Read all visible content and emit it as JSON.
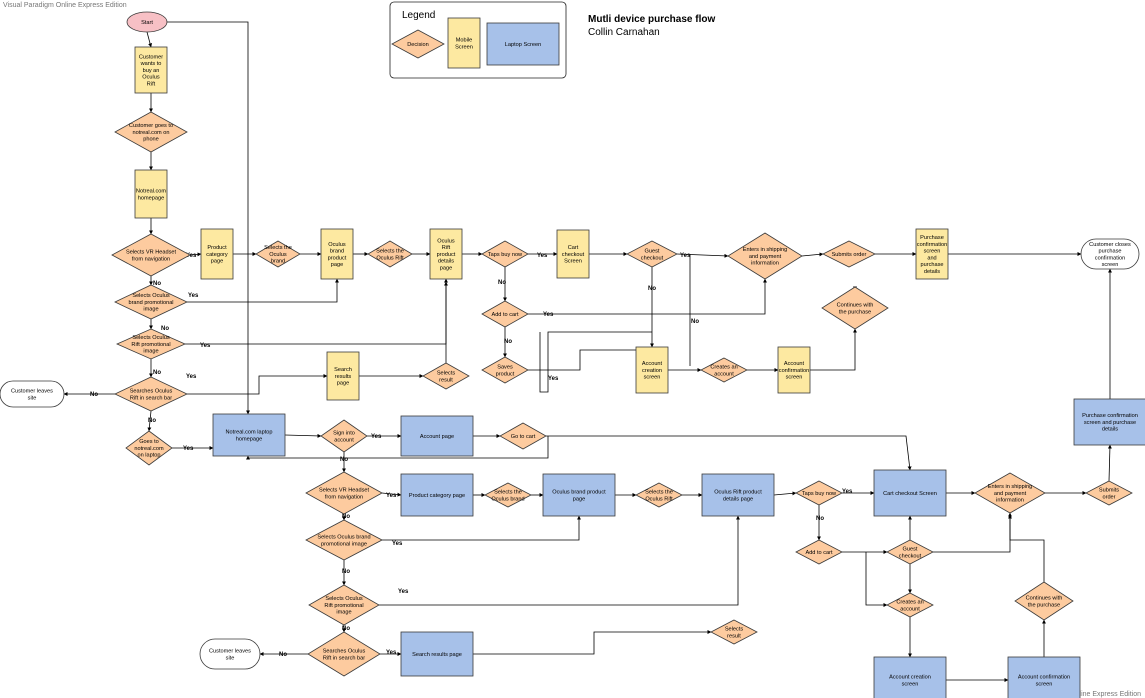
{
  "watermark_top": "Visual Paradigm Online Express Edition",
  "watermark_bottom": "Visual Paradigm Online Express Edition",
  "title": "Mutli device purchase flow",
  "author": "Collin Carnahan",
  "legend": {
    "title": "Legend",
    "decision": "Decision",
    "mobile": "Mobile Screen",
    "laptop": "Laptop Screen"
  },
  "colors": {
    "decision": "#fdcb9f",
    "mobile": "#fde9a1",
    "laptop": "#a7c1e9",
    "start": "#f7c0c5",
    "stroke": "#3a3a3a"
  },
  "nodes": {
    "start": "Start",
    "m_wants": "Customer wants to buy an Oculus Rift",
    "d_goes_phone": "Customer goes to notreal.com on phone",
    "m_homepage": "Notreal.com homepage",
    "d_select_vr": "Selects VR Headset from navigation",
    "m_prod_cat": "Product category page",
    "d_sel_brand": "Selects the Oculus brand",
    "m_brand_page": "Oculus brand product page",
    "d_sel_rift": "Selects the Oculus Rift",
    "m_rift_details": "Oculus Rift product details page",
    "d_taps_buy": "Taps buy now",
    "m_cart": "Cart checkout Screen",
    "d_guest": "Guest checkout",
    "d_ship": "Enters in shipping and payment information",
    "d_submit": "Submits order",
    "m_confirm": "Purchase confirmation screen and purchase details",
    "end_closes": "Customer closes purchase confirmation screen",
    "d_promo_brand": "Selects Oculus brand promotional image",
    "d_promo_rift": "Selects Oculus Rift promotional image",
    "d_search": "Searches Oculus Rift in search bar",
    "end_leaves1": "Customer leaves site",
    "m_search_results": "Search results page",
    "d_sel_result": "Selects result",
    "d_add_cart": "Add to cart",
    "d_saves": "Saves product",
    "d_continues": "Continues with the purchase",
    "m_account_create": "Account creation screen",
    "d_creates_acct": "Creates an account",
    "m_account_confirm": "Account confirmation screen",
    "d_goes_laptop": "Goes to notreal.com on laptop",
    "l_homepage": "Notreal.com laptop homepage",
    "d_signin": "Sign into account",
    "l_account": "Account page",
    "d_go_cart": "Go to cart",
    "l_cart": "Cart checkout Screen",
    "d_select_vr2": "Selects VR Headset from navigation",
    "l_prod_cat": "Product category page",
    "d_sel_brand2": "Selects the Oculus brand",
    "l_brand_page": "Oculus brand product page",
    "d_sel_rift2": "Selects the Oculus Rift",
    "l_rift_details": "Oculus Rift product details page",
    "d_taps_buy2": "Taps buy now",
    "d_ship2": "Enters in shipping and payment information",
    "d_submit2": "Submits order",
    "l_confirm": "Purchase confirmation screen and purchase details",
    "d_promo_brand2": "Selects Oculus brand promotional image",
    "d_add_cart2": "Add to cart",
    "d_guest2": "Guest checkout",
    "d_creates2": "Creates an account",
    "d_continues2": "Continues with the purchase",
    "d_promo_rift2": "Selects Oculus Rift promotional image",
    "d_search2": "Searches Oculus Rift in search bar",
    "end_leaves2": "Customer leaves site",
    "l_search_results": "Search results page",
    "d_sel_result2": "Selects result",
    "l_account_create": "Account creation screen",
    "l_account_confirm": "Account confirmation screen"
  },
  "edge_labels": {
    "yes": "Yes",
    "no": "No"
  }
}
